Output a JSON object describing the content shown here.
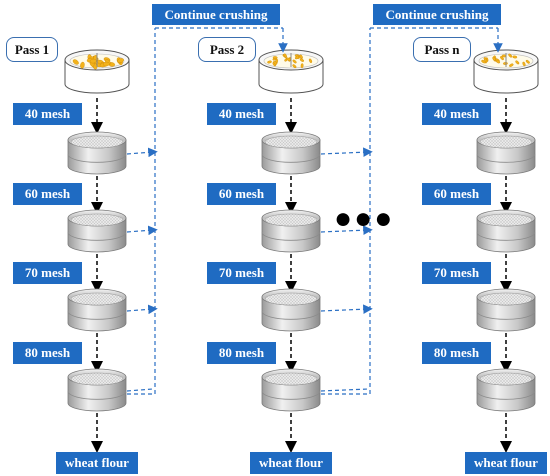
{
  "continue_label": "Continue crushing",
  "columns": [
    {
      "pass": "Pass 1",
      "meshes": [
        "40 mesh",
        "60 mesh",
        "70 mesh",
        "80 mesh"
      ],
      "output": "wheat flour"
    },
    {
      "pass": "Pass 2",
      "meshes": [
        "40 mesh",
        "60 mesh",
        "70 mesh",
        "80 mesh"
      ],
      "output": "wheat flour"
    },
    {
      "pass": "Pass n",
      "meshes": [
        "40 mesh",
        "60 mesh",
        "70 mesh",
        "80 mesh"
      ],
      "output": "wheat flour"
    }
  ],
  "ellipsis": "●●●",
  "colors": {
    "label_bg": "#1f6bc2",
    "dashed_line": "#2a6fc4",
    "grain": "#f2b21b"
  }
}
